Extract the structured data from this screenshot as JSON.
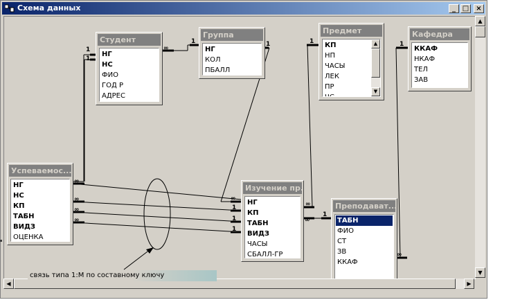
{
  "window": {
    "title": "Схема данных"
  },
  "controls": {
    "minimize": "_",
    "maximize": "□",
    "close": "×"
  },
  "tables": {
    "student": {
      "title": "Студент",
      "fields": [
        {
          "label": "НГ",
          "key": true
        },
        {
          "label": "НС",
          "key": true
        },
        {
          "label": "ФИО",
          "key": false
        },
        {
          "label": "ГОД Р",
          "key": false
        },
        {
          "label": "АДРЕС",
          "key": false
        }
      ]
    },
    "group": {
      "title": "Группа",
      "fields": [
        {
          "label": "НГ",
          "key": true
        },
        {
          "label": "КОЛ",
          "key": false
        },
        {
          "label": "ПБАЛЛ",
          "key": false
        }
      ]
    },
    "subject": {
      "title": "Предмет",
      "fields": [
        {
          "label": "КП",
          "key": true
        },
        {
          "label": "НП",
          "key": false
        },
        {
          "label": "ЧАСЫ",
          "key": false
        },
        {
          "label": "ЛЕК",
          "key": false
        },
        {
          "label": "ПР",
          "key": false
        },
        {
          "label": "ЧС",
          "key": false
        }
      ]
    },
    "department": {
      "title": "Кафедра",
      "fields": [
        {
          "label": "ККАФ",
          "key": true
        },
        {
          "label": "НКАФ",
          "key": false
        },
        {
          "label": "ТЕЛ",
          "key": false
        },
        {
          "label": "ЗАВ",
          "key": false
        }
      ]
    },
    "progress": {
      "title": "Успеваемос...",
      "fields": [
        {
          "label": "НГ",
          "key": true
        },
        {
          "label": "НС",
          "key": true
        },
        {
          "label": "КП",
          "key": true
        },
        {
          "label": "ТАБН",
          "key": true
        },
        {
          "label": "ВИДЗ",
          "key": true
        },
        {
          "label": "ОЦЕНКА",
          "key": false
        }
      ]
    },
    "study": {
      "title": "Изучение пр...",
      "fields": [
        {
          "label": "НГ",
          "key": true
        },
        {
          "label": "КП",
          "key": true
        },
        {
          "label": "ТАБН",
          "key": true
        },
        {
          "label": "ВИДЗ",
          "key": true
        },
        {
          "label": "ЧАСЫ",
          "key": false
        },
        {
          "label": "СБАЛЛ-ГР",
          "key": false
        }
      ]
    },
    "teacher": {
      "title": "Преподават...",
      "fields": [
        {
          "label": "ТАБН",
          "key": true,
          "selected": true
        },
        {
          "label": "ФИО",
          "key": false
        },
        {
          "label": "СТ",
          "key": false
        },
        {
          "label": "ЗВ",
          "key": false
        },
        {
          "label": "ККАФ",
          "key": false
        }
      ]
    }
  },
  "cardinality": {
    "one": "1",
    "many": "∞"
  },
  "annotation": "связь типа 1:М по составному ключу",
  "colors": {
    "titlebar_start": "#0a246a",
    "titlebar_end": "#a6caf0",
    "table_header": "#808080",
    "selection": "#0a246a"
  }
}
